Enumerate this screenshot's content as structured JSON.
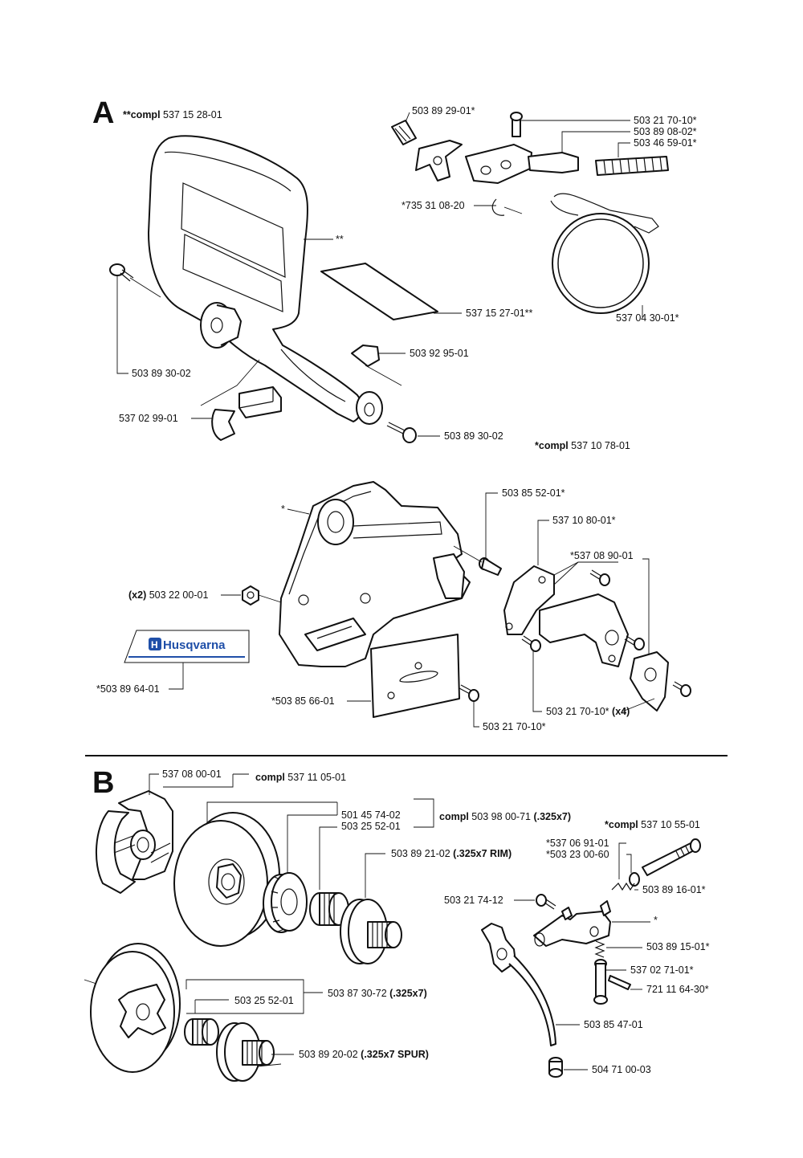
{
  "sections": [
    {
      "letter": "A"
    },
    {
      "letter": "B"
    }
  ],
  "labels": {
    "a_compl_prefix": "**compl",
    "a_compl_num": "537 15 28-01",
    "a_503892901": "503 89 29-01*",
    "a_503217010_top": "503 21 70-10*",
    "a_503890802": "503 89 08-02*",
    "a_503465901": "503 46 59-01*",
    "a_735310820": "*735 31 08-20",
    "a_dstar": "**",
    "a_537152701": "537 15 27-01**",
    "a_537043001": "537 04 30-01*",
    "a_503923001a": "503 89 30-02",
    "a_503929501": "503 92 95-01",
    "a_537029901": "537 02 99-01",
    "a_503893002b": "503 89 30-02",
    "a_compl2_prefix": "*compl",
    "a_compl2_num": "537 10 78-01",
    "a_star": "*",
    "a_503855201": "503 85 52-01*",
    "a_537108001": "537 10 80-01*",
    "a_537089001": "*537 08 90-01",
    "a_x2": "(x2)",
    "a_503220001": "503 22 00-01",
    "a_logo": "Husqvarna",
    "a_503896401": "*503 89 64-01",
    "a_503856601": "*503 85 66-01",
    "a_503217010_x4": "503 21 70-10*",
    "a_x4": "(x4)",
    "a_503217010_bot": "503 21 70-10*",
    "b_537080001": "537 08 00-01",
    "b_compl1_prefix": "compl",
    "b_compl1_num": "537 11 05-01",
    "b_501457402": "501 45 74-02",
    "b_503255201a": "503 25 52-01",
    "b_compl2_prefix": "compl",
    "b_compl2_num": "503 98 00-71",
    "b_compl2_suffix": "(.325x7)",
    "b_compl3_prefix": "*compl",
    "b_compl3_num": "537 10 55-01",
    "b_503892102": "503 89 21-02",
    "b_503892102_sfx": "(.325x7 RIM)",
    "b_537069101": "*537 06 91-01",
    "b_503230060": "*503 23 00-60",
    "b_503891601": "503 89 16-01*",
    "b_503217412": "503 21 74-12",
    "b_star": "*",
    "b_503891501": "503 89 15-01*",
    "b_537027101": "537 02 71-01*",
    "b_721116430": "721 11 64-30*",
    "b_503873072": "503 87 30-72",
    "b_503873072_sfx": "(.325x7)",
    "b_503255201b": "503 25 52-01",
    "b_503854701": "503 85 47-01",
    "b_503892002": "503 89 20-02",
    "b_503892002_sfx": "(.325x7 SPUR)",
    "b_504710003": "504 71 00-03"
  },
  "colors": {
    "logo_blue": "#1f4fa8",
    "ink": "#111111"
  }
}
